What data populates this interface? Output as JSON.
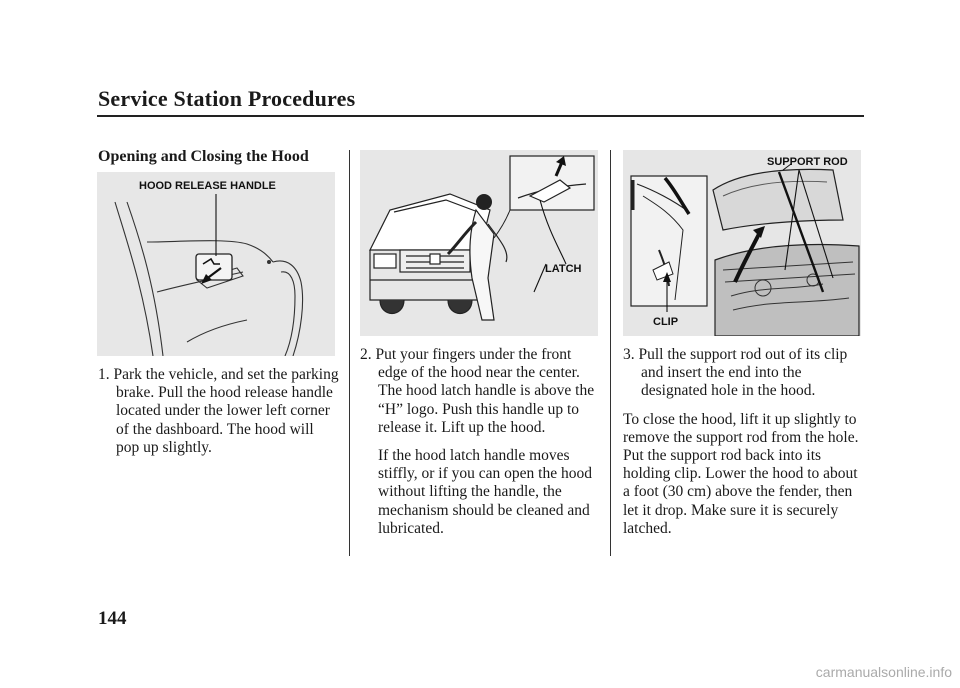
{
  "header": {
    "section_title": "Service Station Procedures"
  },
  "page_number": "144",
  "left": {
    "heading": "Opening and Closing the Hood",
    "figure_label": "HOOD RELEASE HANDLE",
    "step1": "1. Park the vehicle, and set the parking brake. Pull the hood release handle located under the lower left corner of the dashboard. The hood will pop up slightly."
  },
  "middle": {
    "figure_label": "LATCH",
    "step2": "2. Put your fingers under the front edge of the hood near the center. The hood latch handle is above the “H” logo. Push this handle up to release it. Lift up the hood.",
    "note": "If the hood latch handle moves stiffly, or if you can open the hood without lifting the handle, the mechanism should be cleaned and lubricated."
  },
  "right": {
    "figure_label_rod": "SUPPORT ROD",
    "figure_label_clip": "CLIP",
    "step3": "3. Pull the support rod out of its clip and insert the end into the designated hole in the hood.",
    "close_text": "To close the hood, lift it up slightly to remove the support rod from the hole. Put the support rod back into its holding clip. Lower the hood to about a foot (30 cm) above the fender, then let it drop. Make sure it is securely latched."
  },
  "watermark": "carmanualsonline.info"
}
